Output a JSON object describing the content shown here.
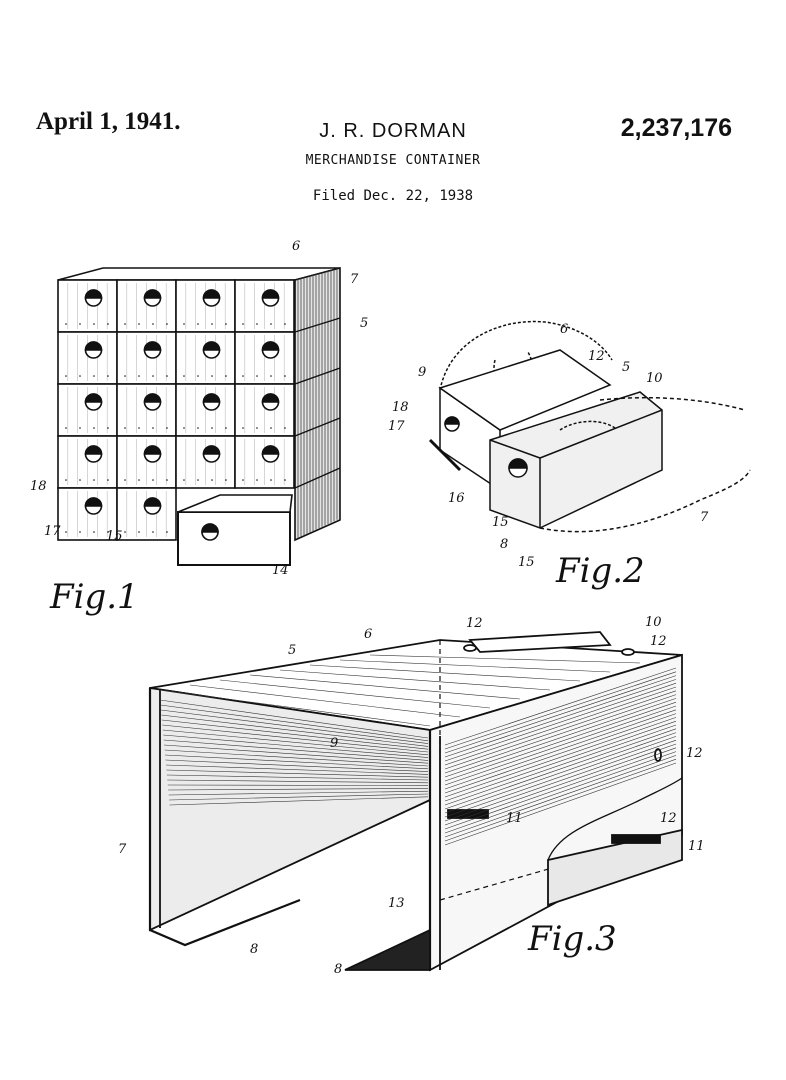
{
  "header": {
    "date": "April 1, 1941.",
    "inventor": "J. R. DORMAN",
    "patent_number": "2,237,176",
    "title": "MERCHANDISE CONTAINER",
    "filed": "Filed Dec. 22, 1938"
  },
  "figures": {
    "fig1": {
      "label": "Fig.1",
      "refs": [
        "6",
        "7",
        "5",
        "18",
        "17",
        "15",
        "14"
      ]
    },
    "fig2": {
      "label": "Fig.2",
      "refs": [
        "6",
        "12",
        "9",
        "5",
        "10",
        "18",
        "17",
        "16",
        "15",
        "8",
        "15",
        "7"
      ]
    },
    "fig3": {
      "label": "Fig.3",
      "refs": [
        "12",
        "10",
        "12",
        "5",
        "6",
        "9",
        "12",
        "11",
        "7",
        "12",
        "11",
        "13",
        "8",
        "8"
      ]
    }
  }
}
